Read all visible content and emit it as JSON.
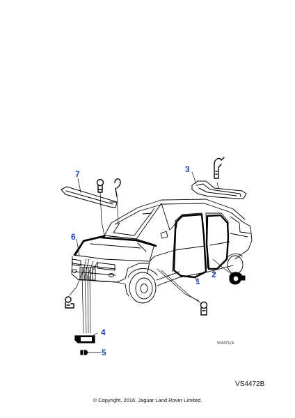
{
  "callouts": {
    "c1": "1",
    "c2": "2",
    "c3": "3",
    "c4": "4",
    "c5": "5",
    "c6": "6",
    "c7": "7"
  },
  "drawing_code": "VS4472/A",
  "reference_code": "VS4472B",
  "copyright": "© Copyright, 2016. Jaguar Land Rover Limited.",
  "colors": {
    "callout": "#1f3fbf",
    "line": "#000000"
  }
}
